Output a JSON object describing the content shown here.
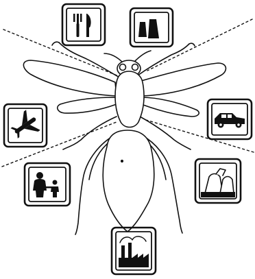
{
  "diagram": {
    "central_figure": "winged-insect",
    "ink_color": "#111111",
    "background_color": "#ffffff",
    "icons": [
      {
        "key": "cutlery",
        "name": "fork-and-knife-icon"
      },
      {
        "key": "flippers",
        "name": "swim-fins-icon"
      },
      {
        "key": "airplane",
        "name": "airplane-icon"
      },
      {
        "key": "car",
        "name": "car-icon"
      },
      {
        "key": "family",
        "name": "family-icon"
      },
      {
        "key": "bags",
        "name": "bags-icon"
      },
      {
        "key": "factory",
        "name": "factory-icon"
      }
    ]
  }
}
